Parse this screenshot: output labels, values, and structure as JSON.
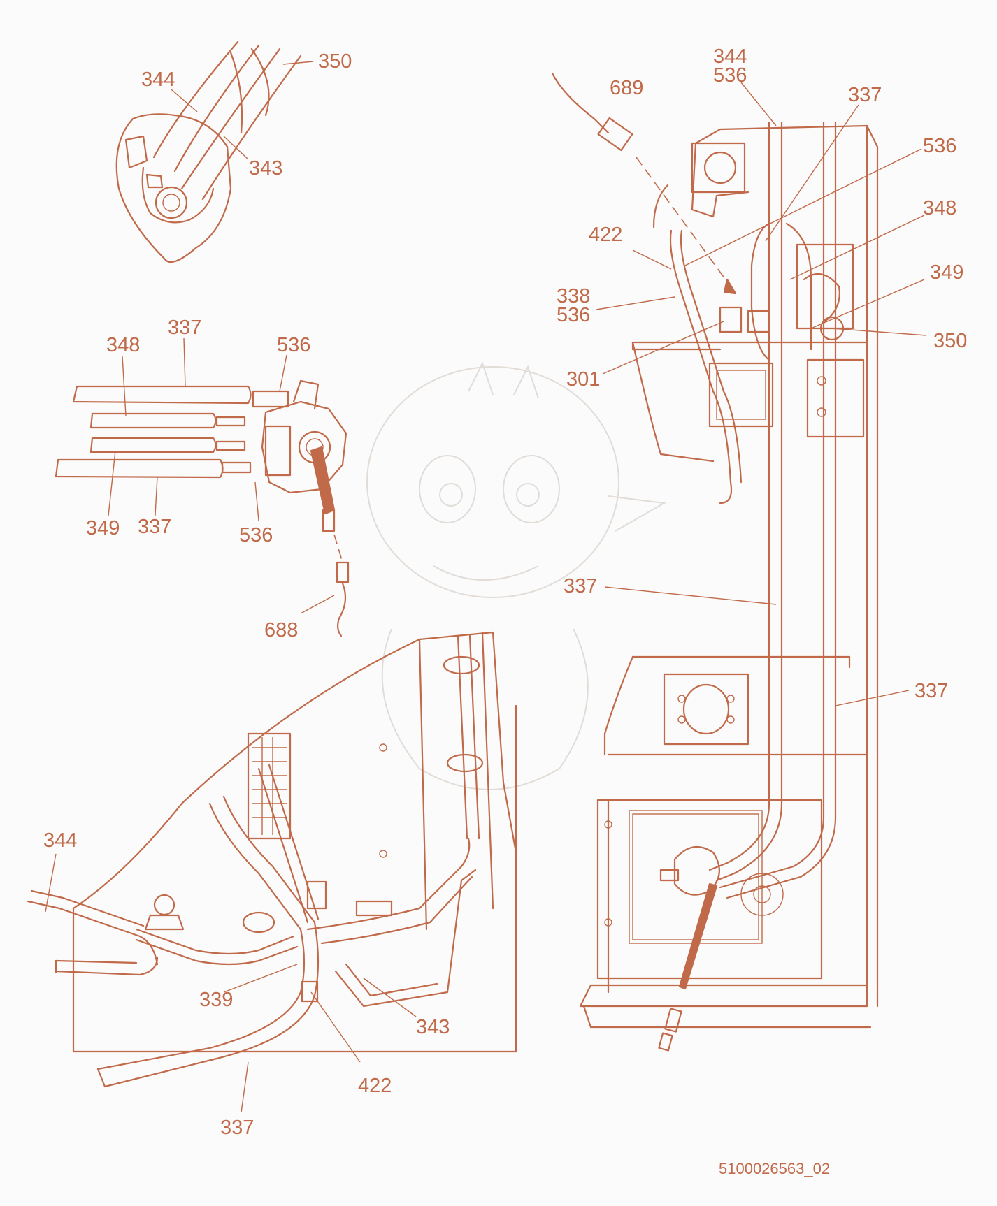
{
  "document_number": "5100026563_02",
  "callouts": [
    {
      "id": "c-350-top",
      "text": "350"
    },
    {
      "id": "c-344-top",
      "text": "344"
    },
    {
      "id": "c-343-top",
      "text": "343"
    },
    {
      "id": "c-689",
      "text": "689"
    },
    {
      "id": "c-344-r",
      "text": "344"
    },
    {
      "id": "c-536-r1",
      "text": "536"
    },
    {
      "id": "c-337-r1",
      "text": "337"
    },
    {
      "id": "c-536-r2",
      "text": "536"
    },
    {
      "id": "c-348-r",
      "text": "348"
    },
    {
      "id": "c-422-r",
      "text": "422"
    },
    {
      "id": "c-349-r",
      "text": "349"
    },
    {
      "id": "c-338-r",
      "text": "338"
    },
    {
      "id": "c-536-r3",
      "text": "536"
    },
    {
      "id": "c-350-r",
      "text": "350"
    },
    {
      "id": "c-301",
      "text": "301"
    },
    {
      "id": "c-337-l1",
      "text": "337"
    },
    {
      "id": "c-348-l",
      "text": "348"
    },
    {
      "id": "c-536-l1",
      "text": "536"
    },
    {
      "id": "c-349-l",
      "text": "349"
    },
    {
      "id": "c-337-l2",
      "text": "337"
    },
    {
      "id": "c-536-l2",
      "text": "536"
    },
    {
      "id": "c-688",
      "text": "688"
    },
    {
      "id": "c-337-mid",
      "text": "337"
    },
    {
      "id": "c-337-right",
      "text": "337"
    },
    {
      "id": "c-344-bl",
      "text": "344"
    },
    {
      "id": "c-339",
      "text": "339"
    },
    {
      "id": "c-343-b",
      "text": "343"
    },
    {
      "id": "c-422-b",
      "text": "422"
    },
    {
      "id": "c-337-b",
      "text": "337"
    }
  ],
  "colors": {
    "line": "#c06a4a",
    "background": "#fbfbfb",
    "watermark": "#e2dcd7"
  }
}
